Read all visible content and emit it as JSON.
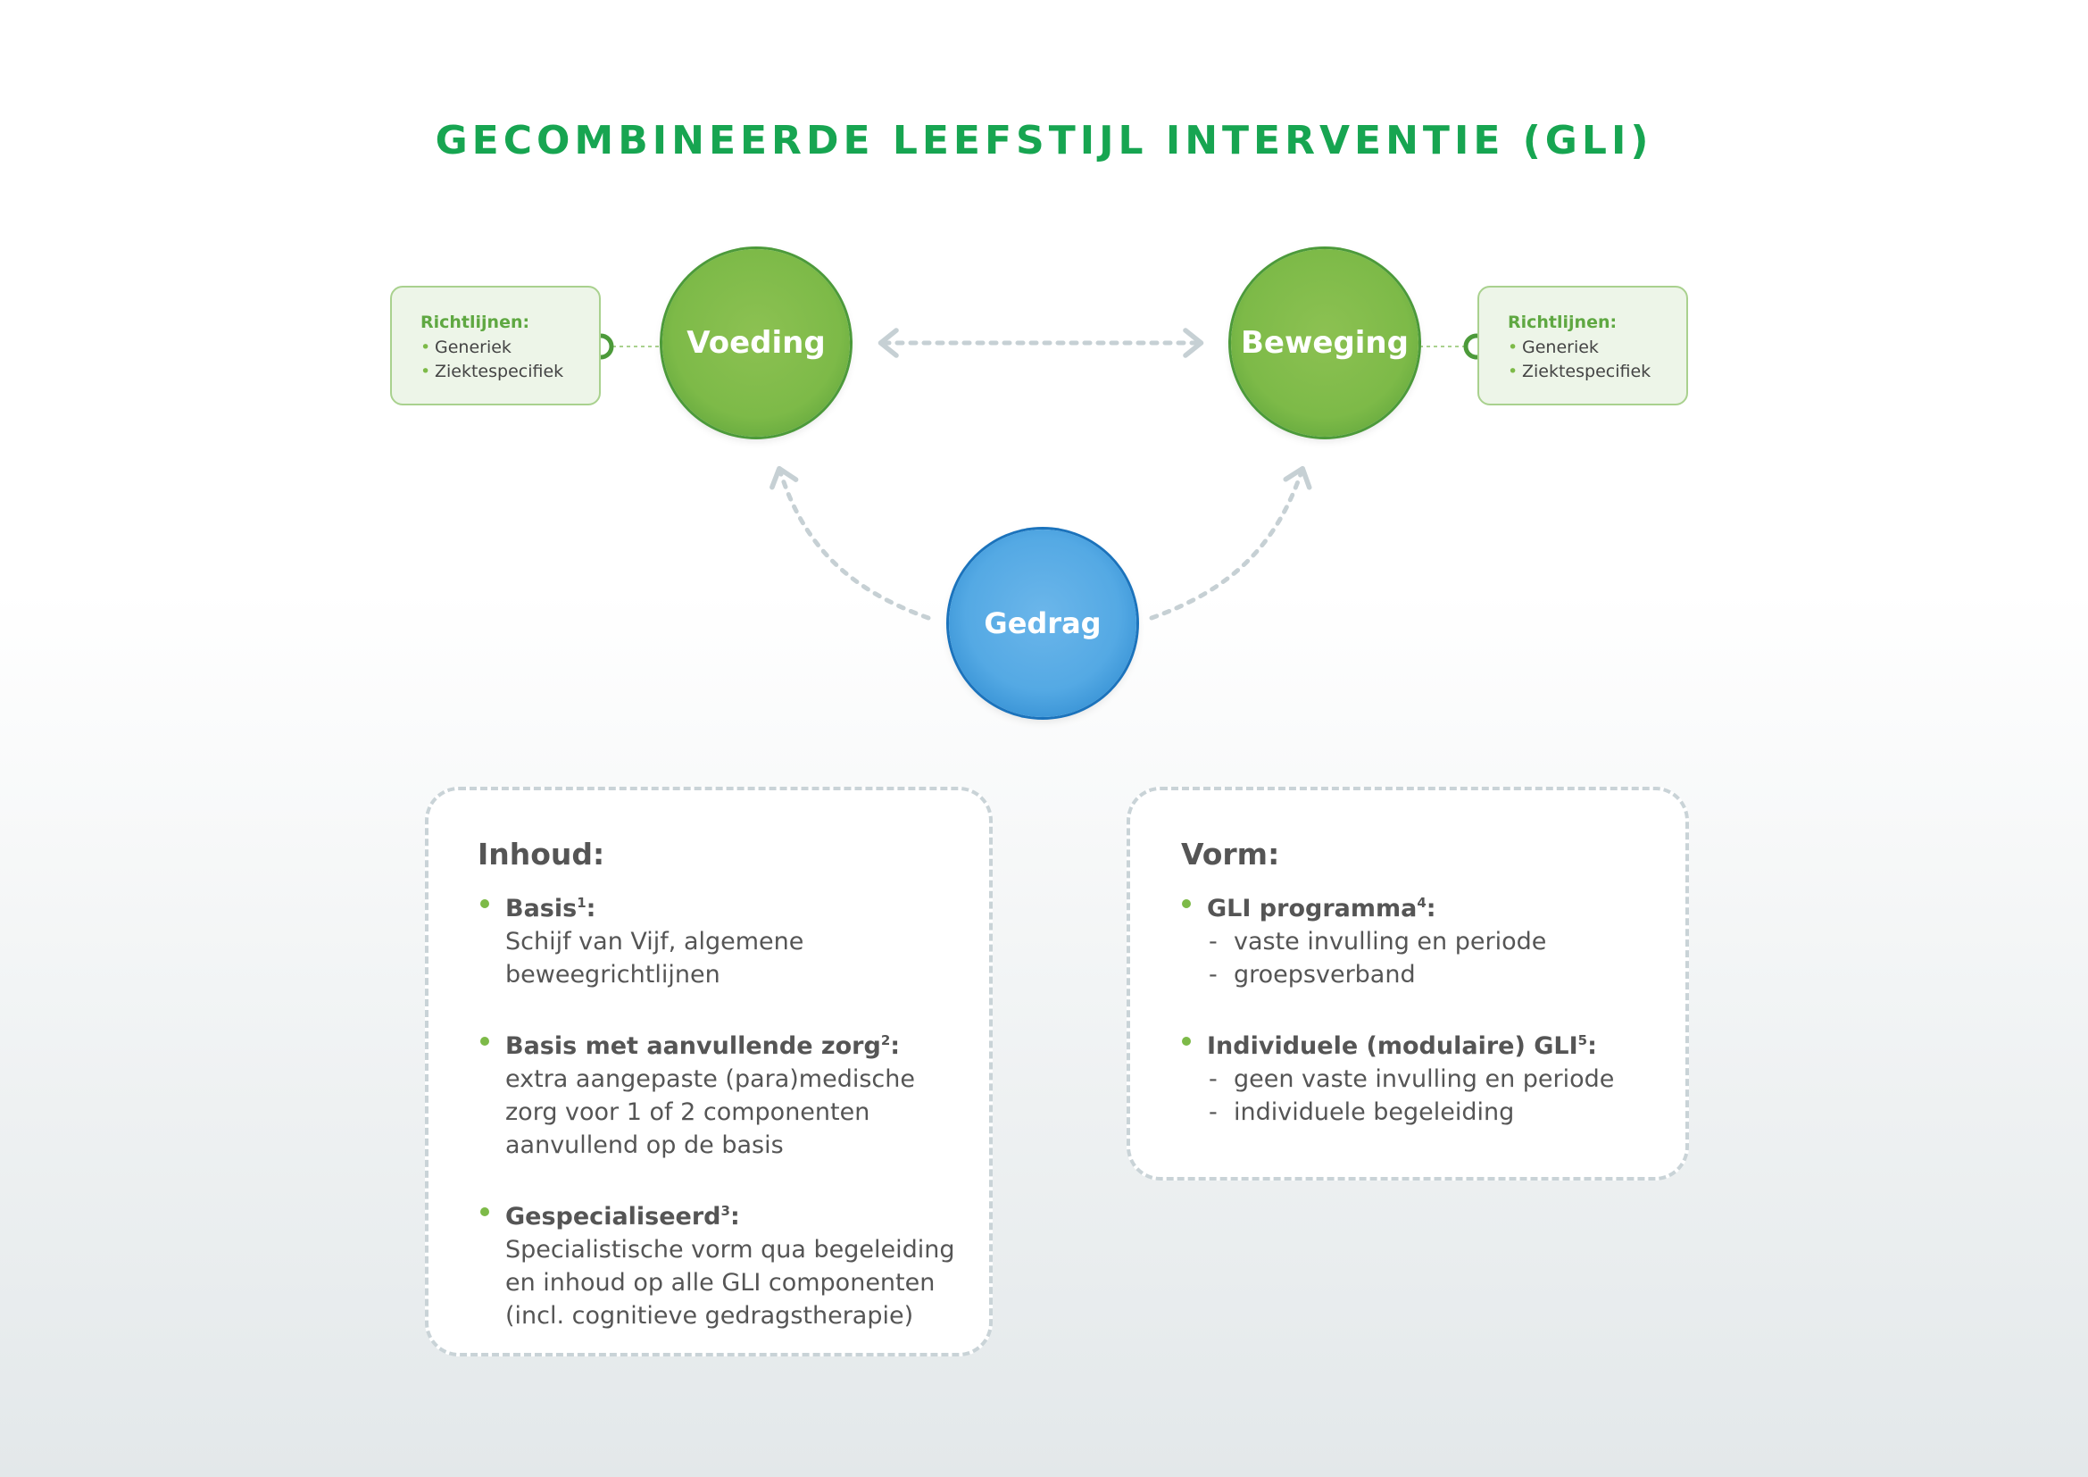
{
  "title": "GECOMBINEERDE LEEFSTIJL INTERVENTIE (GLI)",
  "nodes": {
    "voeding": "Voeding",
    "beweging": "Beweging",
    "gedrag": "Gedrag"
  },
  "guidelines_left": {
    "title": "Richtlijnen:",
    "items": [
      "Generiek",
      "Ziektespecifiek"
    ]
  },
  "guidelines_right": {
    "title": "Richtlijnen:",
    "items": [
      "Generiek",
      "Ziektespecifiek"
    ]
  },
  "inhoud": {
    "title": "Inhoud:",
    "items": [
      {
        "head": "Basis",
        "sup": "1",
        "colon": ":",
        "lines": [
          "Schijf van Vijf, algemene",
          "beweegrichtlijnen"
        ]
      },
      {
        "head": "Basis met aanvullende zorg",
        "sup": "2",
        "colon": ":",
        "lines": [
          "extra aangepaste (para)medische",
          "zorg voor 1 of 2 componenten",
          "aanvullend op de basis"
        ]
      },
      {
        "head": "Gespecialiseerd",
        "sup": "3",
        "colon": ":",
        "lines": [
          "Specialistische vorm qua begeleiding",
          "en inhoud op alle GLI componenten",
          "(incl. cognitieve gedragstherapie)"
        ]
      }
    ]
  },
  "vorm": {
    "title": "Vorm:",
    "items": [
      {
        "head": "GLI programma",
        "sup": "4",
        "colon": ":",
        "subs": [
          "vaste invulling en periode",
          "groepsverband"
        ]
      },
      {
        "head": "Individuele (modulaire) GLI",
        "sup": "5",
        "colon": ":",
        "subs": [
          "geen vaste invulling en periode",
          "individuele begeleiding"
        ]
      }
    ]
  }
}
